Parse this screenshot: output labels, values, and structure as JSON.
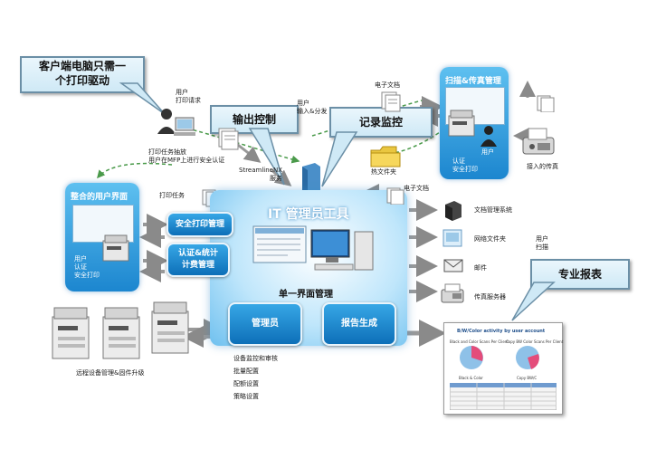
{
  "callouts": {
    "client_driver": "客户端电脑只需一\n个打印驱动",
    "output_control": "输出控制",
    "record_monitor": "记录监控",
    "pro_reports": "专业报表"
  },
  "labels": {
    "user_print_request": "用户\n打印请求",
    "user_input_distribute": "用户\n输入&分发",
    "e_document_top": "电子文档",
    "hot_folder": "热文件夹",
    "streamline": "StreamlineNX\n服务",
    "print_job_pull": "打印任务抽放\n用户在MFP上进行安全认证",
    "print_job": "打印任务",
    "e_document_right": "电子文档",
    "connected_fax": "接入的传真",
    "remote_mgmt": "远程设备管理&固件升级",
    "device_monitor": "设备监控和审核",
    "batch_config": "批量配置",
    "quota_setting": "配额设置",
    "policy_setting": "策略设置"
  },
  "scan_panel": {
    "title": "扫描&传真管理",
    "user": "用户",
    "auth": "认证\n安全打印"
  },
  "integrated_panel": {
    "title": "整合的用户界面",
    "auth": "用户\n认证\n安全打印"
  },
  "center": {
    "title": "IT 管理员工具",
    "secure_print": "安全打印管理",
    "auth_billing": "认证&统计\n计费管理",
    "single_ui": "单一界面管理",
    "admin": "管理员",
    "report_gen": "报告生成"
  },
  "outputs": {
    "doc_mgmt": "文档管理系统",
    "net_folder": "网络文件夹",
    "mail": "邮件",
    "fax_server": "传真服务器",
    "user_scan": "用户\n扫描"
  },
  "report": {
    "title": "B/W/Color activity by user account",
    "chart1_title": "Black and Color Scans Per Client",
    "chart2_title": "Copy BW Color Scans Per Client",
    "chart1_label": "Black & Color",
    "chart2_label": "Copy BW/C"
  },
  "colors": {
    "panel_blue": "#1c86cf",
    "box_blue": "#0d6fb8",
    "callout_fill": "#cfe9f6",
    "arrow_gray": "#8a8a8a",
    "dashed_green": "#4a9a4a"
  }
}
